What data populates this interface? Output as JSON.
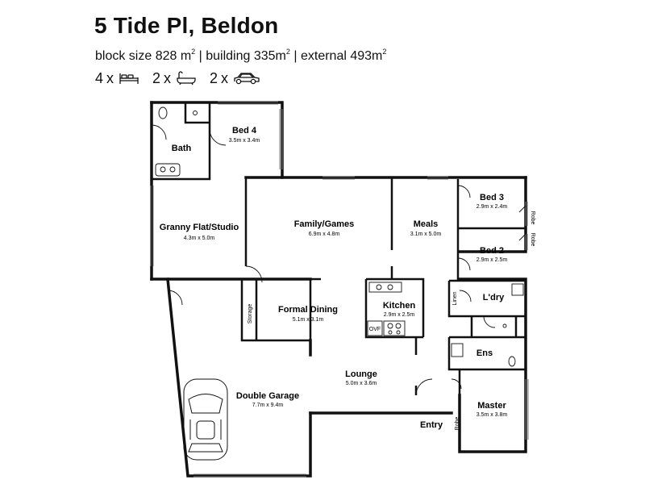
{
  "header": {
    "address": "5 Tide Pl, Beldon",
    "block_label": "block size",
    "block_value": "828 m",
    "building_label": "building",
    "building_value": "335m",
    "external_label": "external",
    "external_value": "493m",
    "sup": "2",
    "sep": "|",
    "x": "x",
    "bedrooms": "4",
    "bathrooms": "2",
    "cars": "2"
  },
  "icons": {
    "bed": "bed-icon",
    "bath": "bathtub-icon",
    "car": "car-icon"
  },
  "rooms": {
    "bed4": {
      "name": "Bed 4",
      "dim": "3.5m x 3.4m"
    },
    "bath": {
      "name": "Bath"
    },
    "granny": {
      "name": "Granny Flat/Studio",
      "dim": "4.3m x 5.0m"
    },
    "family": {
      "name": "Family/Games",
      "dim": "6.9m x 4.8m"
    },
    "meals": {
      "name": "Meals",
      "dim": "3.1m x 5.0m"
    },
    "bed3": {
      "name": "Bed 3",
      "dim": "2.9m x 2.4m"
    },
    "bed2": {
      "name": "Bed 2",
      "dim": "2.9m x 2.5m"
    },
    "robe": "Robe",
    "linen": "Linen",
    "laundry": {
      "name": "L'dry"
    },
    "dining": {
      "name": "Formal Dining",
      "dim": "5.1m x 3.1m"
    },
    "kitchen": {
      "name": "Kitchen",
      "dim": "2.9m x 2.5m"
    },
    "ovf": "OVF",
    "storage": "Storage",
    "ens": {
      "name": "Ens"
    },
    "garage": {
      "name": "Double Garage",
      "dim": "7.7m x 9.4m"
    },
    "lounge": {
      "name": "Lounge",
      "dim": "5.0m x 3.6m"
    },
    "master": {
      "name": "Master",
      "dim": "3.5m x 3.8m"
    },
    "entry": {
      "name": "Entry"
    }
  }
}
